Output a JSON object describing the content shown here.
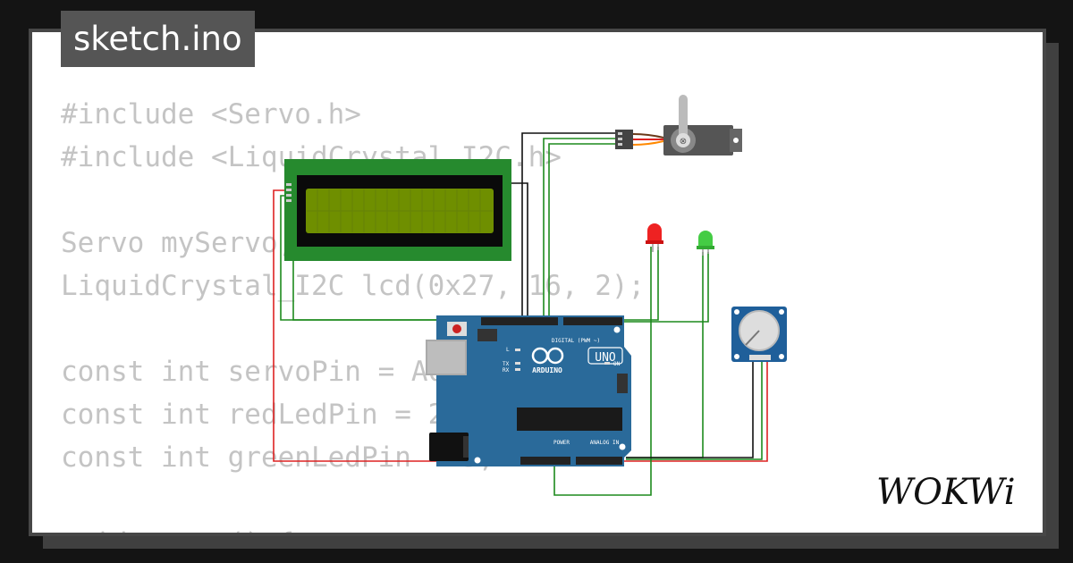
{
  "title": "sketch.ino",
  "code_lines": [
    "#include <Servo.h>",
    "#include <LiquidCrystal_I2C.h>",
    "",
    "Servo myServo;",
    "LiquidCrystal_I2C lcd(0x27, 16, 2);",
    "",
    "const int servoPin = A0;",
    "const int redLedPin = 2;",
    "const int greenLedPin = 3;",
    "",
    "void setup() {"
  ],
  "board": {
    "brand": "ARDUINO",
    "model": "UNO",
    "digital_label": "DIGITAL (PWM ~)",
    "analog_label": "ANALOG IN",
    "power_label": "POWER",
    "on_label": "ON",
    "tx_label": "TX",
    "rx_label": "RX",
    "l_label": "L"
  },
  "logo": "WOKWi",
  "colors": {
    "lcd_board": "#268a2e",
    "lcd_screen": "#6f8f00",
    "arduino": "#2a6a9a",
    "wire_red": "#dd2222",
    "wire_green": "#1d8a1d",
    "wire_black": "#111111",
    "led_red": "#ee2222",
    "led_green": "#44cc44"
  }
}
